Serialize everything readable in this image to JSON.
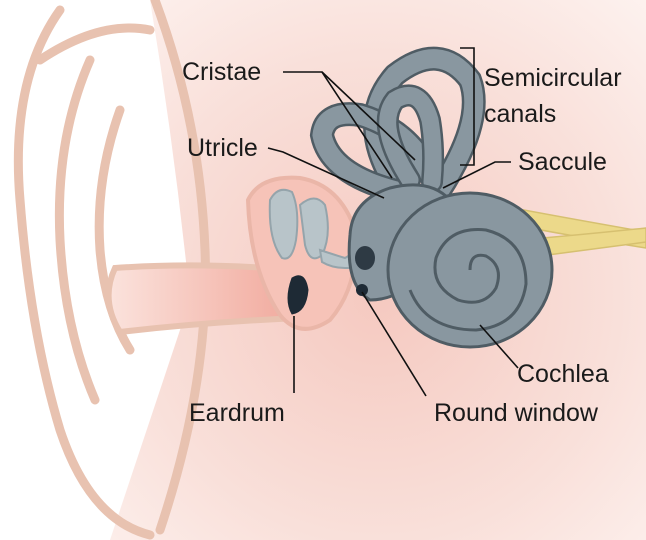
{
  "labels": {
    "cristae": "Cristae",
    "semicircular_line1": "Semicircular",
    "semicircular_line2": "canals",
    "utricle": "Utricle",
    "saccule": "Saccule",
    "cochlea": "Cochlea",
    "eardrum": "Eardrum",
    "round_window": "Round window"
  },
  "colors": {
    "background": "#ffffff",
    "skin_tint": "#f7ddd6",
    "ear_outline": "#e8c6b6",
    "ear_canal": "#f2b7ad",
    "inner_ear": "#8997a0",
    "inner_ear_stroke": "#4f5c64",
    "ossicles": "#b8c4c9",
    "nerve": "#ecd98a",
    "eardrum": "#1e2a35",
    "leader_line": "#111111"
  }
}
